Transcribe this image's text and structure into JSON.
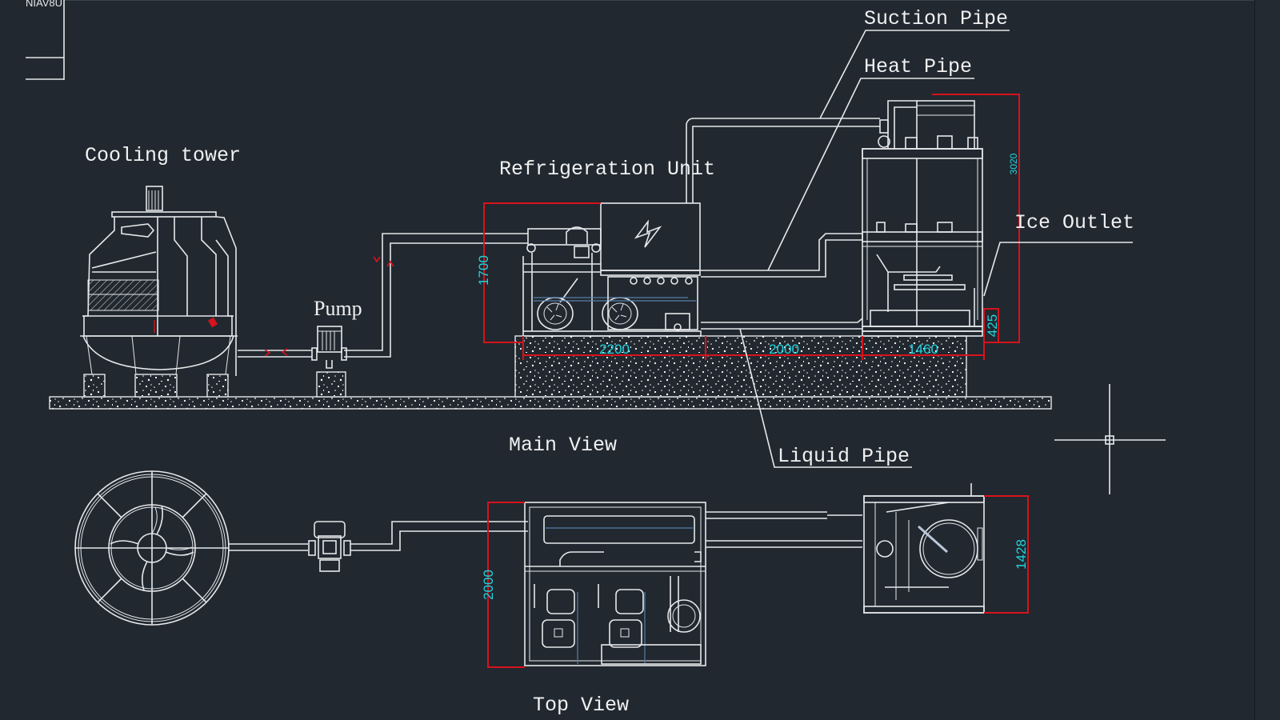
{
  "drawing": {
    "corner_text": "NIAV8U",
    "labels": {
      "suction_pipe": "Suction Pipe",
      "heat_pipe": "Heat Pipe",
      "cooling_tower": "Cooling tower",
      "refrigeration_unit": "Refrigeration Unit",
      "ice_outlet": "Ice Outlet",
      "pump": "Pump",
      "main_view": "Main View",
      "liquid_pipe": "Liquid Pipe",
      "top_view": "Top View"
    },
    "dimensions": {
      "refrigeration_height": "1700",
      "refrigeration_width": "2200",
      "spacing": "2000",
      "ice_machine_width": "1460",
      "ice_machine_height": "3020",
      "ice_outlet_height": "425",
      "top_view_depth": "2000",
      "ice_machine_depth": "1428"
    },
    "colors": {
      "background": "#212830",
      "line": "#e6e8ea",
      "dimension_line": "#d8131b",
      "dimension_text": "#22d4de",
      "detail_blue": "#5a7ea6"
    },
    "cursor": "crosshair-cursor"
  }
}
